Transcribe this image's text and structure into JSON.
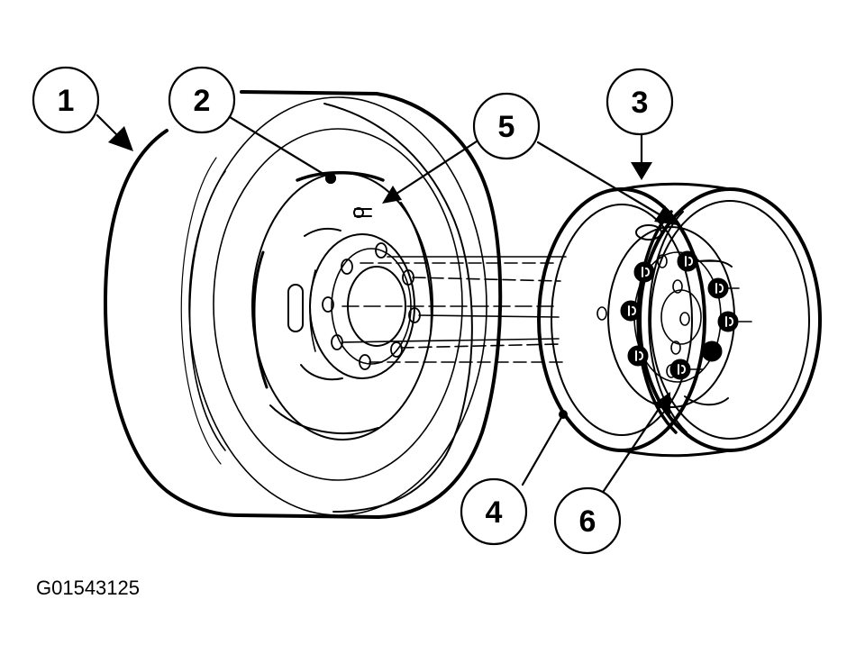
{
  "figure": {
    "id": "G01543125",
    "callouts": [
      "1",
      "2",
      "3",
      "4",
      "5",
      "6"
    ]
  }
}
